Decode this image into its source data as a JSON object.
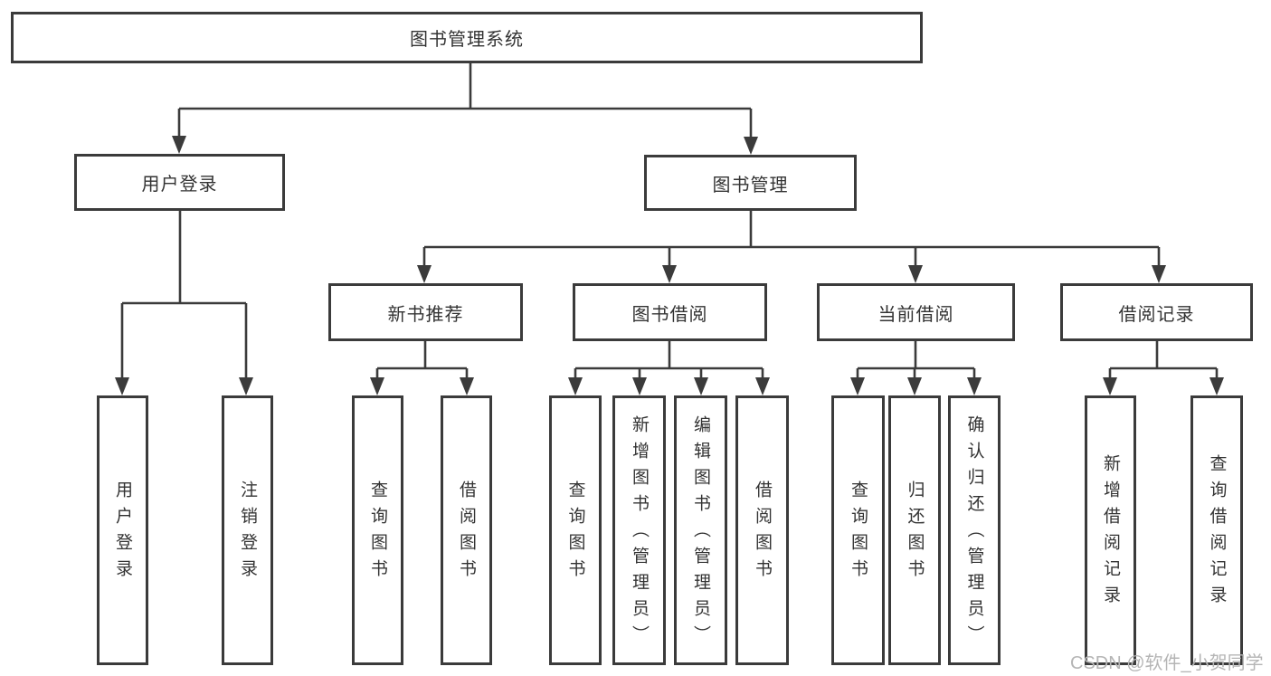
{
  "tree": {
    "root": "图书管理系统",
    "branches": [
      {
        "label": "用户登录",
        "leaves": [
          "用户登录",
          "注销登录"
        ]
      },
      {
        "label": "图书管理",
        "groups": [
          {
            "label": "新书推荐",
            "leaves": [
              "查询图书",
              "借阅图书"
            ]
          },
          {
            "label": "图书借阅",
            "leaves": [
              "查询图书",
              "新增图书（管理员）",
              "编辑图书（管理员）",
              "借阅图书"
            ]
          },
          {
            "label": "当前借阅",
            "leaves": [
              "查询图书",
              "归还图书",
              "确认归还（管理员）"
            ]
          },
          {
            "label": "借阅记录",
            "leaves": [
              "新增借阅记录",
              "查询借阅记录"
            ]
          }
        ]
      }
    ]
  },
  "watermark": "CSDN @软件_小贺同学",
  "colors": {
    "line": "#3b3b3b",
    "text": "#333333",
    "watermark": "#b5b5b5",
    "background": "#ffffff"
  }
}
